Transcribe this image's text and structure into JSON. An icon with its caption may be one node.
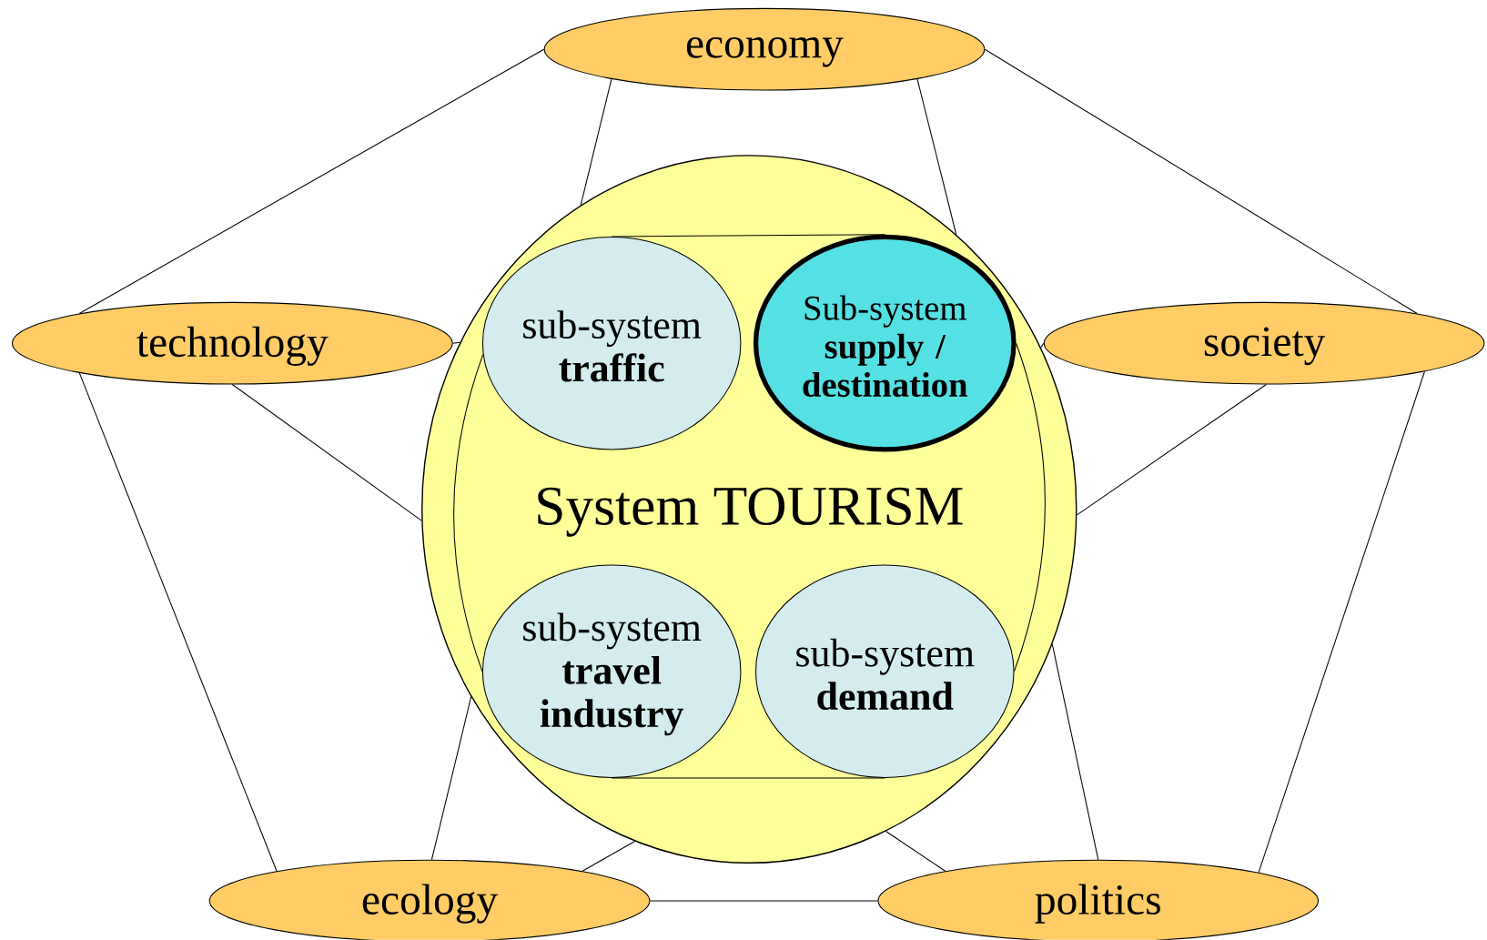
{
  "diagram": {
    "nodes": [
      {
        "text": [
          "economy"
        ]
      },
      {
        "text": [
          "technology"
        ]
      },
      {
        "text": [
          "society"
        ]
      },
      {
        "text": [
          "ecology"
        ]
      },
      {
        "text": [
          "politics"
        ]
      },
      {
        "text": [
          "System TOURISM"
        ]
      },
      {
        "text": [
          "sub-system **traffic**"
        ],
        "in": 5
      },
      {
        "text": [
          "Sub-system **supply / destination**"
        ],
        "in": 5
      },
      {
        "text": [
          "sub-system **travel industry**"
        ],
        "in": 5
      },
      {
        "text": [
          "sub-system **demand**"
        ],
        "in": 5
      }
    ],
    "edges": [
      {
        "from": 0,
        "to": 1,
        "arrow": "none"
      },
      {
        "from": 0,
        "to": 2,
        "arrow": "none"
      },
      {
        "from": 1,
        "to": 3,
        "arrow": "none"
      },
      {
        "from": 2,
        "to": 4,
        "arrow": "none"
      },
      {
        "from": 3,
        "to": 4,
        "arrow": "none"
      },
      {
        "from": 0,
        "to": 5,
        "arrow": "none"
      },
      {
        "from": 0,
        "to": 5,
        "arrow": "none"
      },
      {
        "from": 1,
        "to": 5,
        "arrow": "none"
      },
      {
        "from": 1,
        "to": 5,
        "arrow": "none"
      },
      {
        "from": 2,
        "to": 5,
        "arrow": "none"
      },
      {
        "from": 2,
        "to": 5,
        "arrow": "none"
      },
      {
        "from": 3,
        "to": 5,
        "arrow": "none"
      },
      {
        "from": 3,
        "to": 5,
        "arrow": "none"
      },
      {
        "from": 4,
        "to": 5,
        "arrow": "none"
      },
      {
        "from": 4,
        "to": 5,
        "arrow": "none"
      },
      {
        "from": 6,
        "to": 7,
        "arrow": "none"
      },
      {
        "from": 8,
        "to": 9,
        "arrow": "none"
      },
      {
        "from": 6,
        "to": 8,
        "arrow": "none"
      },
      {
        "from": 7,
        "to": 9,
        "arrow": "none"
      }
    ]
  }
}
